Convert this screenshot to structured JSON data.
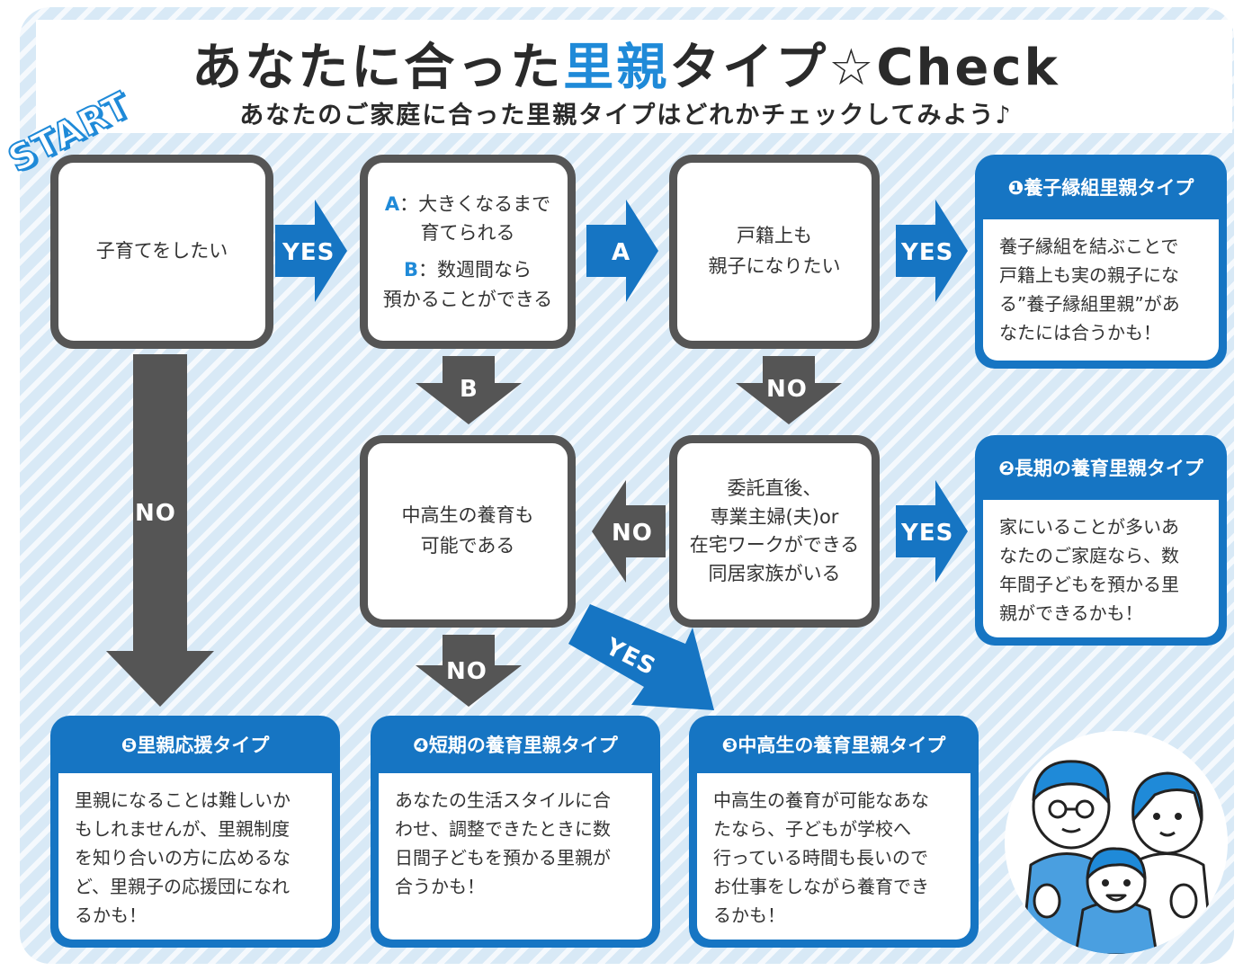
{
  "header": {
    "title_prefix": "あなたに合った",
    "title_highlight": "里親",
    "title_suffix": "タイプ☆Check",
    "subtitle": "あなたのご家庭に合った里親タイプはどれかチェックしてみよう♪"
  },
  "start_label": "START",
  "questions": {
    "q1": {
      "lines": [
        "子育てをしたい"
      ]
    },
    "q2": {
      "option_a_marker": "A",
      "option_a_lines": [
        "：大きくなるまで",
        "育てられる"
      ],
      "option_b_marker": "B",
      "option_b_lines": [
        "：数週間なら",
        "預かることができる"
      ]
    },
    "q3": {
      "lines": [
        "戸籍上も",
        "親子になりたい"
      ]
    },
    "q4": {
      "lines": [
        "委託直後、",
        "専業主婦(夫)or",
        "在宅ワークができる",
        "同居家族がいる"
      ]
    },
    "q5": {
      "lines": [
        "中高生の養育も",
        "可能である"
      ]
    }
  },
  "arrows": {
    "q1_to_q2": "YES",
    "q2_to_q3": "A",
    "q3_to_r1": "YES",
    "q2_to_q5": "B",
    "q3_to_q4": "NO",
    "q4_to_r2": "YES",
    "q4_to_q5": "NO",
    "q1_to_r5": "NO",
    "q5_to_r4": "NO",
    "q5_to_r3": "YES"
  },
  "results": {
    "r1": {
      "title": "❶養子縁組里親タイプ",
      "lines": [
        "養子縁組を結ぶことで",
        "戸籍上も実の親子にな",
        "る”養子縁組里親”があ",
        "なたには合うかも！"
      ]
    },
    "r2": {
      "title": "❷長期の養育里親タイプ",
      "lines": [
        "家にいることが多いあ",
        "なたのご家庭なら、数",
        "年間子どもを預かる里",
        "親ができるかも！"
      ]
    },
    "r3": {
      "title": "❸中高生の養育里親タイプ",
      "lines": [
        "中高生の養育が可能なあな",
        "たなら、子どもが学校へ",
        "行っている時間も長いので",
        "お仕事をしながら養育でき",
        "るかも！"
      ]
    },
    "r4": {
      "title": "❹短期の養育里親タイプ",
      "lines": [
        "あなたの生活スタイルに合",
        "わせ、調整できたときに数",
        "日間子どもを預かる里親が",
        "合うかも！"
      ]
    },
    "r5": {
      "title": "❺里親応援タイプ",
      "lines": [
        "里親になることは難しいか",
        "もしれませんが、里親制度",
        "を知り合いの方に広めるな",
        "ど、里親子の応援団になれ",
        "るかも！"
      ]
    }
  },
  "colors": {
    "accent_blue": "#1f8ad8",
    "result_blue": "#1675c3",
    "arrow_gray": "#555555",
    "background_blue": "#d8e9f6"
  },
  "illustration": "family-illustration"
}
